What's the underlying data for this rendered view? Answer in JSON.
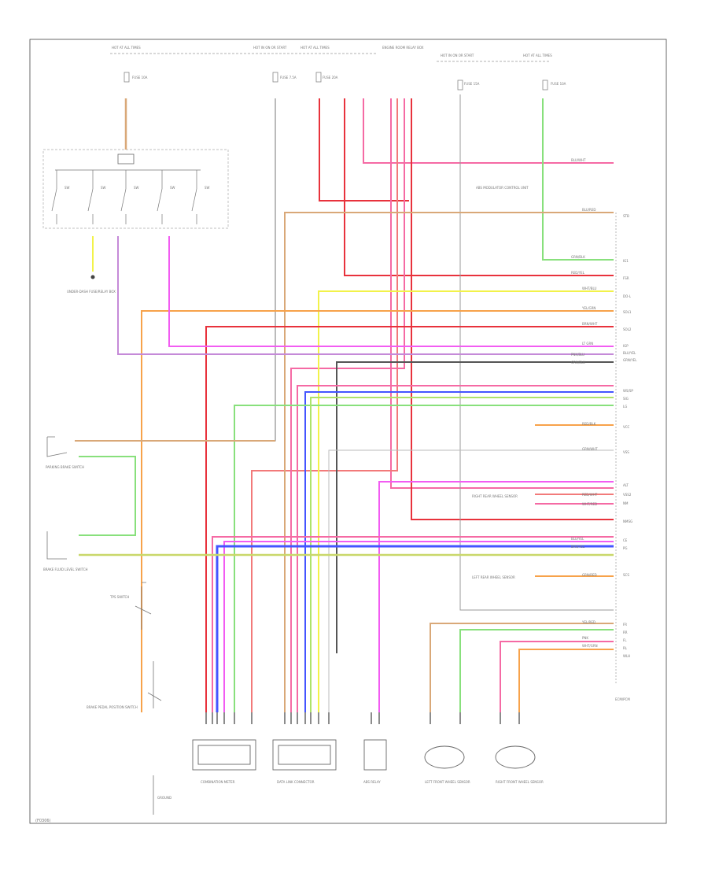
{
  "diagram": {
    "footer_code": "(F0306)",
    "colors": {
      "red": "#e8323c",
      "pink": "#f56aa4",
      "light_red": "#f27a7a",
      "magenta": "#f25cf2",
      "orange": "#f7a24a",
      "tan": "#d9a878",
      "yellow": "#f2f24a",
      "green": "#88e07c",
      "lime_green": "#aee36a",
      "blue": "#4455ff",
      "dark_gray": "#555555",
      "gray": "#888888",
      "frame": "#444444"
    },
    "top_labels": [
      {
        "id": "hot-at-all-times-1",
        "text": "HOT AT ALL TIMES"
      },
      {
        "id": "hot-in-on-1",
        "text": "HOT IN ON OR START"
      },
      {
        "id": "hot-at-all-times-2",
        "text": "HOT AT ALL TIMES"
      },
      {
        "id": "engine-room-box",
        "text": "ENGINE ROOM RELAY BOX"
      },
      {
        "id": "hot-in-on-2",
        "text": "HOT IN ON OR START"
      },
      {
        "id": "hot-at-all-times-3",
        "text": "HOT AT ALL TIMES"
      }
    ],
    "fuse_labels": [
      {
        "id": "fuse-1",
        "text": "FUSE 10A"
      },
      {
        "id": "fuse-2",
        "text": "FUSE 7.5A"
      },
      {
        "id": "fuse-3",
        "text": "FUSE 20A"
      },
      {
        "id": "fuse-4",
        "text": "FUSE 15A"
      },
      {
        "id": "fuse-5",
        "text": "FUSE 10A"
      }
    ],
    "switch_labels": [
      {
        "id": "switch-1",
        "text": "SW"
      },
      {
        "id": "switch-2",
        "text": "SW"
      },
      {
        "id": "switch-3",
        "text": "SW"
      },
      {
        "id": "switch-4",
        "text": "SW"
      },
      {
        "id": "switch-5",
        "text": "SW"
      }
    ],
    "pin_labels": [
      "STB",
      "IG1",
      "FSR",
      "DO-L",
      "SOL1",
      "SOL2",
      "IGP",
      "BLU/YEL",
      "GRN/YEL",
      "WS/SP",
      "SIG",
      "LG",
      "VCC",
      "VSS",
      "ALT",
      "VSS2",
      "NM",
      "NMSG",
      "CE",
      "PG",
      "SCS",
      "FR",
      "RR",
      "FL",
      "RL",
      "WLH"
    ],
    "component_labels": [
      {
        "id": "combination-meter",
        "text": "COMBINATION METER"
      },
      {
        "id": "data-link-connector",
        "text": "DATA LINK CONNECTOR"
      },
      {
        "id": "brake-pedal-position-switch",
        "text": "BRAKE PEDAL POSITION SWITCH"
      },
      {
        "id": "abs-relay",
        "text": "ABS RELAY"
      },
      {
        "id": "parking-brake-switch",
        "text": "PARKING BRAKE SWITCH"
      },
      {
        "id": "tire-pressure-switch",
        "text": "TPS SWITCH"
      },
      {
        "id": "brake-fluid-level-switch",
        "text": "BRAKE FLUID LEVEL SWITCH"
      },
      {
        "id": "under-dash-fuse-box",
        "text": "UNDER-DASH FUSE/RELAY BOX"
      },
      {
        "id": "abs-modulator",
        "text": "ABS MODULATOR CONTROL UNIT"
      },
      {
        "id": "wheel-sensor-rf",
        "text": "RIGHT FRONT WHEEL SENSOR"
      },
      {
        "id": "wheel-sensor-lf",
        "text": "LEFT FRONT WHEEL SENSOR"
      },
      {
        "id": "wheel-sensor-rr",
        "text": "RIGHT REAR WHEEL SENSOR"
      },
      {
        "id": "wheel-sensor-lr",
        "text": "LEFT REAR WHEEL SENSOR"
      },
      {
        "id": "ground-1",
        "text": "GROUND"
      },
      {
        "id": "ecm",
        "text": "ECM/PCM"
      }
    ],
    "wire_tags": [
      "BLU/RED",
      "BLU/WHT",
      "GRN/BLK",
      "RED/YEL",
      "WHT/BLU",
      "YEL/GRN",
      "BRN/WHT",
      "LT GRN",
      "PNK/BLU",
      "ORN/BLU",
      "RED/BLK",
      "GRN/WHT",
      "RED/WHT",
      "WHT/RED",
      "BLU/YEL",
      "BRN/YEL",
      "GRN/RED",
      "YEL/RED",
      "PNK",
      "WHT/GRN"
    ]
  }
}
